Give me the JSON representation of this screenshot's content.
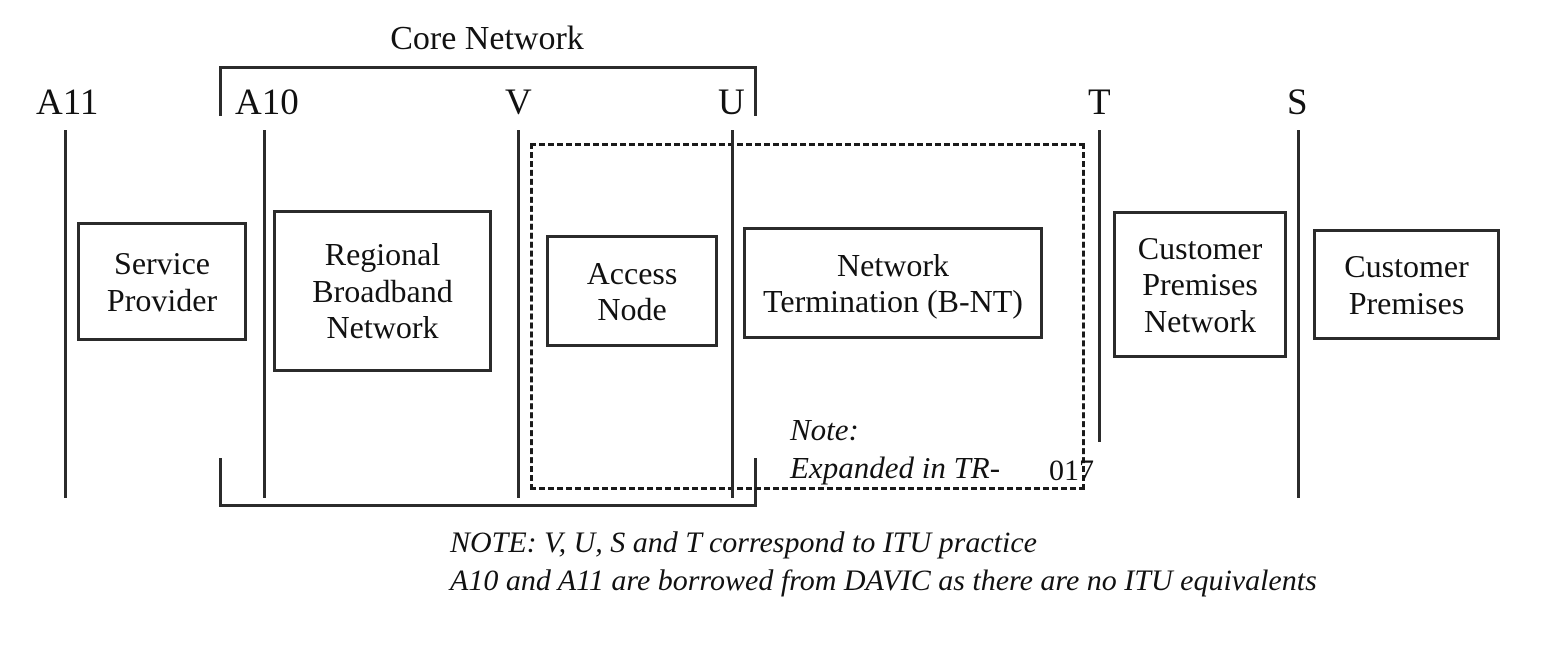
{
  "diagram": {
    "title": "Core Network",
    "reference_points": [
      {
        "id": "A11",
        "label": "A11"
      },
      {
        "id": "A10",
        "label": "A10"
      },
      {
        "id": "V",
        "label": "V"
      },
      {
        "id": "U",
        "label": "U"
      },
      {
        "id": "T",
        "label": "T"
      },
      {
        "id": "S",
        "label": "S"
      }
    ],
    "entities": [
      {
        "id": "service-provider",
        "label": "Service\nProvider"
      },
      {
        "id": "regional-broadband-network",
        "label": "Regional\nBroadband\nNetwork"
      },
      {
        "id": "access-node",
        "label": "Access\nNode"
      },
      {
        "id": "network-termination",
        "label": "Network\nTermination (B-NT)"
      },
      {
        "id": "customer-premises-network",
        "label": "Customer\nPremises\nNetwork"
      },
      {
        "id": "customer-premises",
        "label": "Customer\nPremises"
      }
    ],
    "inline_note": {
      "line1": "Note:",
      "line2": "Expanded in TR-",
      "line3": "017"
    },
    "footnotes": [
      "NOTE: V, U, S and T correspond to ITU practice",
      "A10 and A11 are borrowed from DAVIC as there are no ITU equivalents"
    ],
    "colors": {
      "line": "#2b2b2b",
      "text": "#111111",
      "background": "#ffffff"
    }
  }
}
